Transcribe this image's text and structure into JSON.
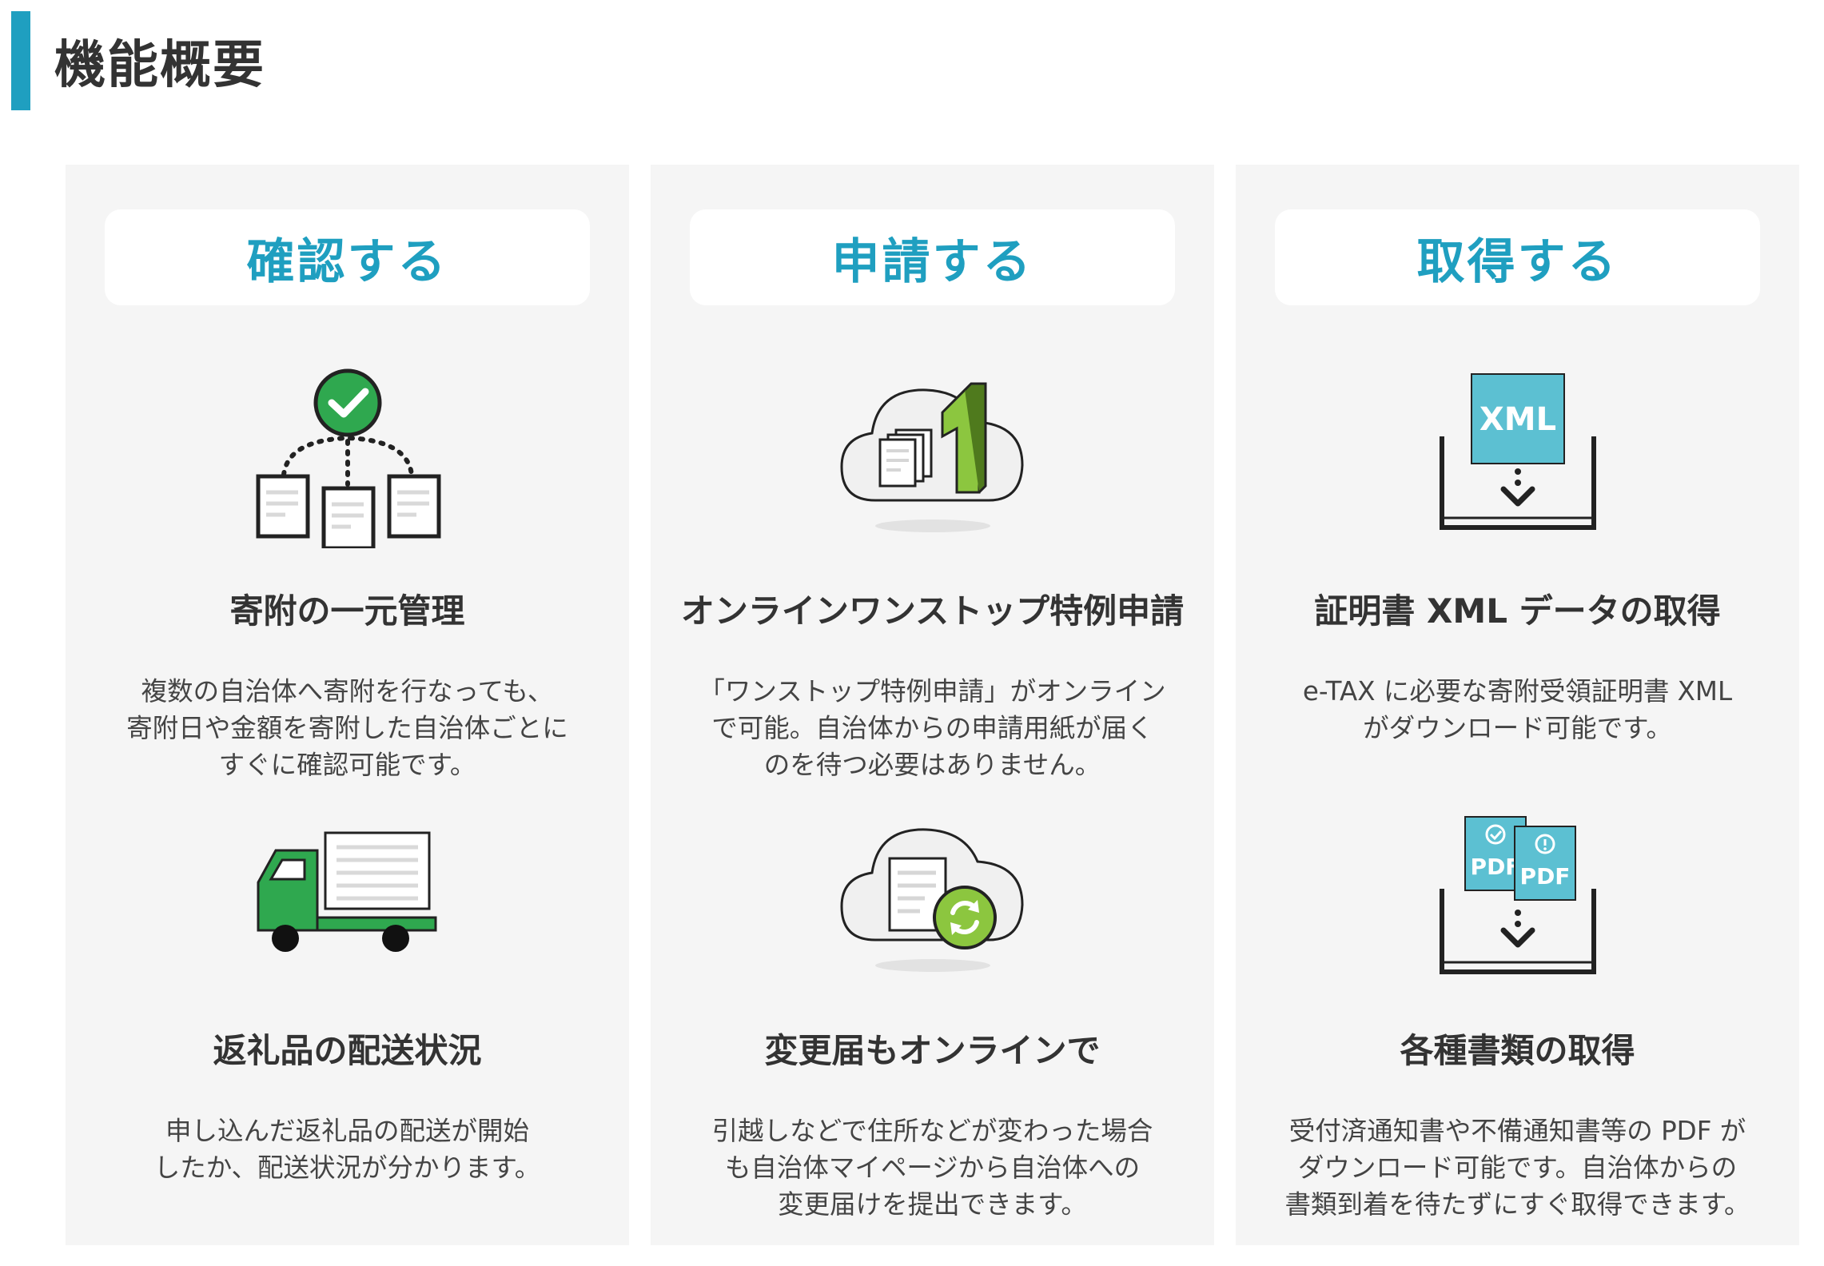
{
  "section": {
    "title": "機能概要",
    "accent_color": "#1f9fc0"
  },
  "columns": [
    {
      "heading": "確認する",
      "features": [
        {
          "icon": "document-hierarchy-check-icon",
          "title": "寄附の一元管理",
          "description": "複数の自治体へ寄附を行なっても、\n寄附日や金額を寄附した自治体ごとに\nすぐに確認可能です。"
        },
        {
          "icon": "delivery-truck-icon",
          "title": "返礼品の配送状況",
          "description": "申し込んだ返礼品の配送が開始\nしたか、配送状況が分かります。"
        }
      ]
    },
    {
      "heading": "申請する",
      "features": [
        {
          "icon": "cloud-one-stop-icon",
          "title": "オンラインワンストップ特例申請",
          "description": "「ワンストップ特例申請」がオンライン\nで可能。自治体からの申請用紙が届く\nのを待つ必要はありません。"
        },
        {
          "icon": "cloud-document-update-icon",
          "title": "変更届もオンラインで",
          "description": "引越しなどで住所などが変わった場合\nも自治体マイページから自治体への\n変更届けを提出できます。"
        }
      ]
    },
    {
      "heading": "取得する",
      "features": [
        {
          "icon": "xml-download-icon",
          "icon_text": "XML",
          "title": "証明書 XML データの取得",
          "description": "e-TAX に必要な寄附受領証明書 XML\nがダウンロード可能です。"
        },
        {
          "icon": "pdf-download-icon",
          "icon_text": "PDF",
          "title": "各種書類の取得",
          "description": "受付済通知書や不備通知書等の PDF が\nダウンロード可能です。自治体からの\n書類到着を待たずにすぐ取得できます。"
        }
      ]
    }
  ]
}
